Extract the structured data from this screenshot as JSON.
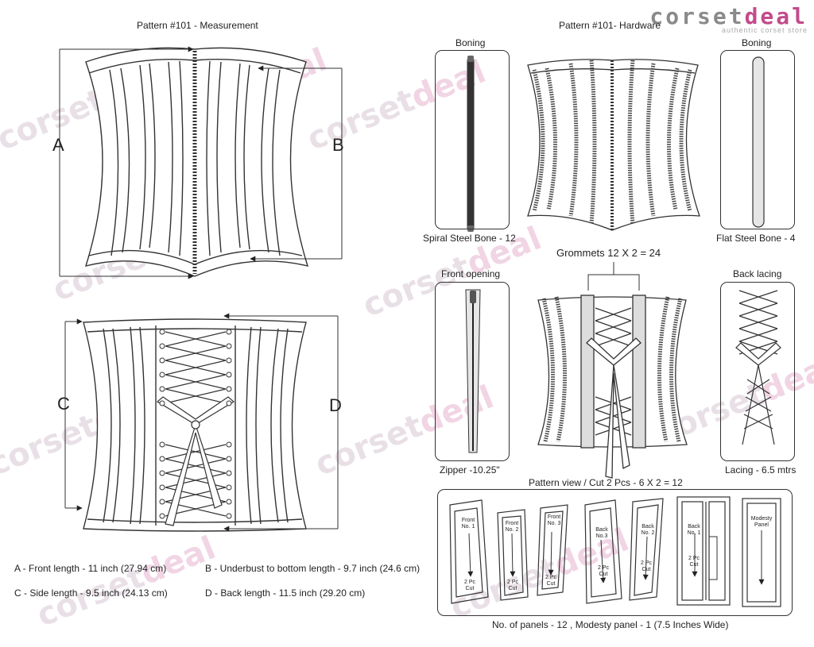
{
  "brand": {
    "word_a": "corset",
    "word_b": "deal",
    "tagline": "authentic corset store",
    "accent": "#c34b8b"
  },
  "left_title": "Pattern #101 -  Measurement",
  "right_title": "Pattern #101-  Hardware",
  "letters": {
    "a": "A",
    "b": "B",
    "c": "C",
    "d": "D"
  },
  "measurements": {
    "a": "A - Front length - 11 inch (27.94 cm)",
    "b": "B - Underbust to bottom length - 9.7 inch (24.6 cm)",
    "c": "C - Side length - 9.5  inch  (24.13 cm)",
    "d": "D - Back length - 11.5 inch (29.20 cm)"
  },
  "hardware": {
    "boning_left_label": "Boning",
    "boning_right_label": "Boning",
    "spiral_caption": "Spiral Steel Bone - 12",
    "flat_caption": "Flat Steel Bone - 4",
    "grommets_caption": "Grommets 12 X 2 = 24",
    "front_opening_label": "Front opening",
    "zipper_caption": "Zipper -10.25\"",
    "back_lacing_label": "Back lacing",
    "lacing_caption": "Lacing - 6.5 mtrs"
  },
  "pattern_view": {
    "title": "Pattern view  /  Cut 2 Pcs - 6 X 2 = 12",
    "footer": "No. of panels - 12  , Modesty panel - 1 (7.5 Inches Wide)",
    "panels": [
      {
        "name": "Front No. 1",
        "cut": "2 Pc Cut"
      },
      {
        "name": "Front No. 2",
        "cut": "2 Pc Cut"
      },
      {
        "name": "Front No. 3",
        "cut": "2 Pc Cut"
      },
      {
        "name": "Back No.3",
        "cut": "2 Pc Cut"
      },
      {
        "name": "Back No. 2",
        "cut": "2 Pc Cut"
      },
      {
        "name": "Back No. 1",
        "cut": "2 Pc Cut"
      },
      {
        "name": "Modesty Panel",
        "cut": ""
      }
    ]
  }
}
